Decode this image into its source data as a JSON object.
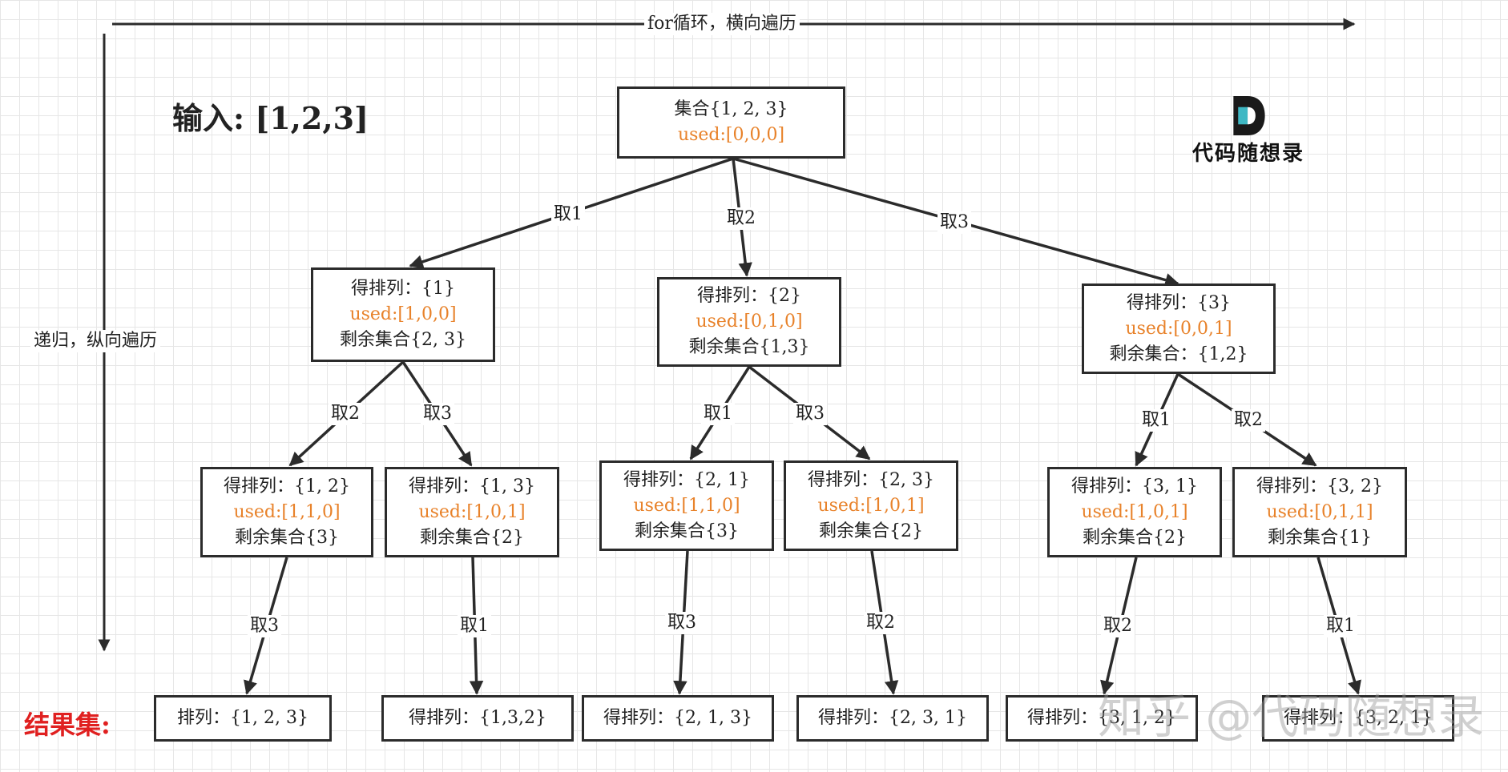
{
  "axes": {
    "horizontal_label": "for循环，横向遍历",
    "vertical_label": "递归，纵向遍历"
  },
  "input_label": "输入: [1,2,3]",
  "result_label": "结果集:",
  "logo": {
    "text": "代码随想录",
    "icon": "logo-d-icon"
  },
  "watermark": "知乎 @代码随想录",
  "colors": {
    "used": "#e8822a",
    "result_label": "#e02020",
    "lines": "#2b2b2b"
  },
  "root": {
    "line1": "集合{1, 2, 3}",
    "used": "used:[0,0,0]"
  },
  "level1": [
    {
      "line1": "得排列：{1}",
      "used": "used:[1,0,0]",
      "line3": "剩余集合{2, 3}"
    },
    {
      "line1": "得排列：{2}",
      "used": "used:[0,1,0]",
      "line3": "剩余集合{1,3}"
    },
    {
      "line1": "得排列：{3}",
      "used": "used:[0,0,1]",
      "line3": "剩余集合：{1,2}"
    }
  ],
  "level2": [
    {
      "line1": "得排列：{1, 2}",
      "used": "used:[1,1,0]",
      "line3": "剩余集合{3}"
    },
    {
      "line1": "得排列：{1, 3}",
      "used": "used:[1,0,1]",
      "line3": "剩余集合{2}"
    },
    {
      "line1": "得排列：{2, 1}",
      "used": "used:[1,1,0]",
      "line3": "剩余集合{3}"
    },
    {
      "line1": "得排列：{2, 3}",
      "used": "used:[1,0,1]",
      "line3": "剩余集合{2}"
    },
    {
      "line1": "得排列：{3, 1}",
      "used": "used:[1,0,1]",
      "line3": "剩余集合{2}"
    },
    {
      "line1": "得排列：{3, 2}",
      "used": "used:[0,1,1]",
      "line3": "剩余集合{1}"
    }
  ],
  "results": [
    "排列：{1, 2, 3}",
    "得排列：{1,3,2}",
    "得排列：{2, 1, 3}",
    "得排列：{2, 3, 1}",
    "得排列：{3, 1, 2}",
    "得排列：{3, 2, 1}"
  ],
  "edge_labels": {
    "root_to_l1": [
      "取1",
      "取2",
      "取3"
    ],
    "l1_to_l2": [
      "取2",
      "取3",
      "取1",
      "取3",
      "取1",
      "取2"
    ],
    "l2_to_results": [
      "取3",
      "取1",
      "取3",
      "取2",
      "取2",
      "取1"
    ]
  }
}
